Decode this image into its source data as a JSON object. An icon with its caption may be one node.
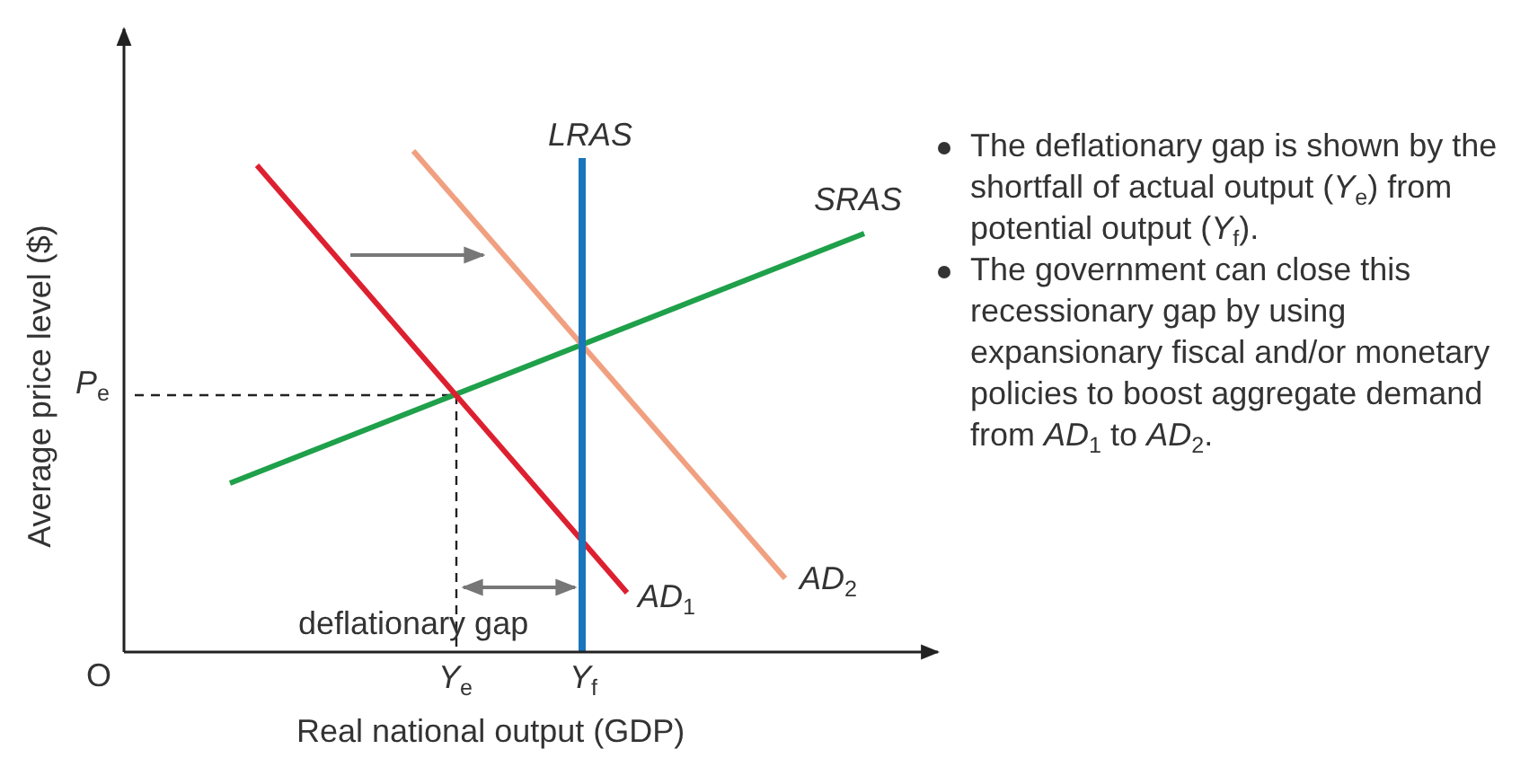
{
  "diagram": {
    "labels": [
      "LRAS",
      "SRAS",
      "Average price level ($)",
      "*P*$_{e}$",
      "deflationary gap",
      "*AD*$_{1}$",
      "*AD*$_{2}$",
      "O",
      "*Y*$_{e}$",
      "*Y*$_{f}$",
      "Real national output (GDP)",
      "The deflationary gap is shown by the shortfall of actual output (*Y*$_{e}$) from potential output (*Y*$_{f}$).",
      "The government can close this recessionary gap by using expansionary fiscal and/or monetary policies to boost aggregate demand from *AD*$_{1}$ to *AD*$_{2}$."
    ]
  }
}
